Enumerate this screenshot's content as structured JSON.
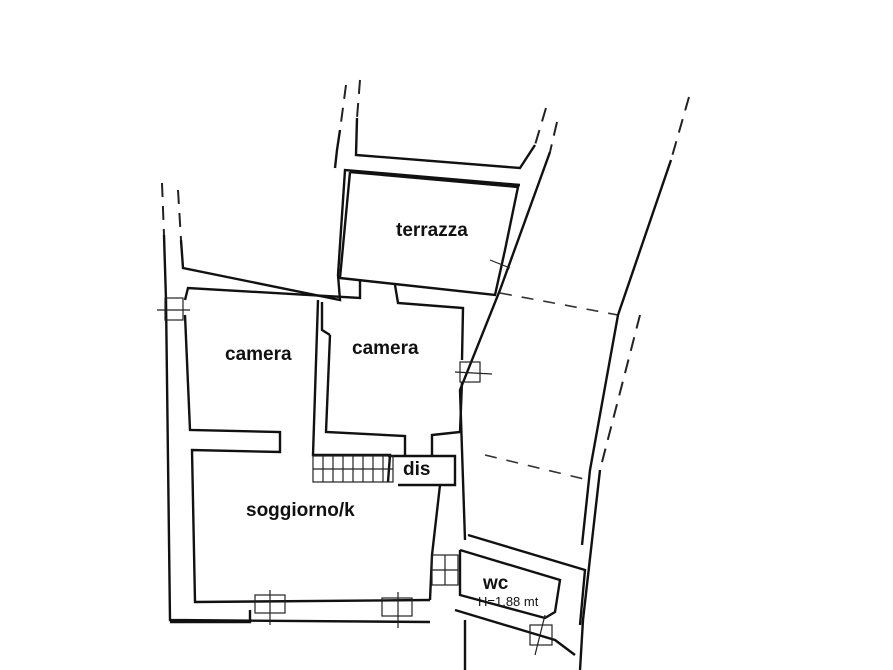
{
  "plan": {
    "rooms": [
      {
        "id": "terrazza",
        "label": "terrazza"
      },
      {
        "id": "camera-left",
        "label": "camera"
      },
      {
        "id": "camera-right",
        "label": "camera"
      },
      {
        "id": "dis",
        "label": "dis"
      },
      {
        "id": "soggiorno",
        "label": "soggiorno/k"
      },
      {
        "id": "wc",
        "label": "wc",
        "note": "H=1,88 mt"
      }
    ],
    "colors": {
      "background": "#ffffff",
      "lines": "#111111"
    }
  }
}
